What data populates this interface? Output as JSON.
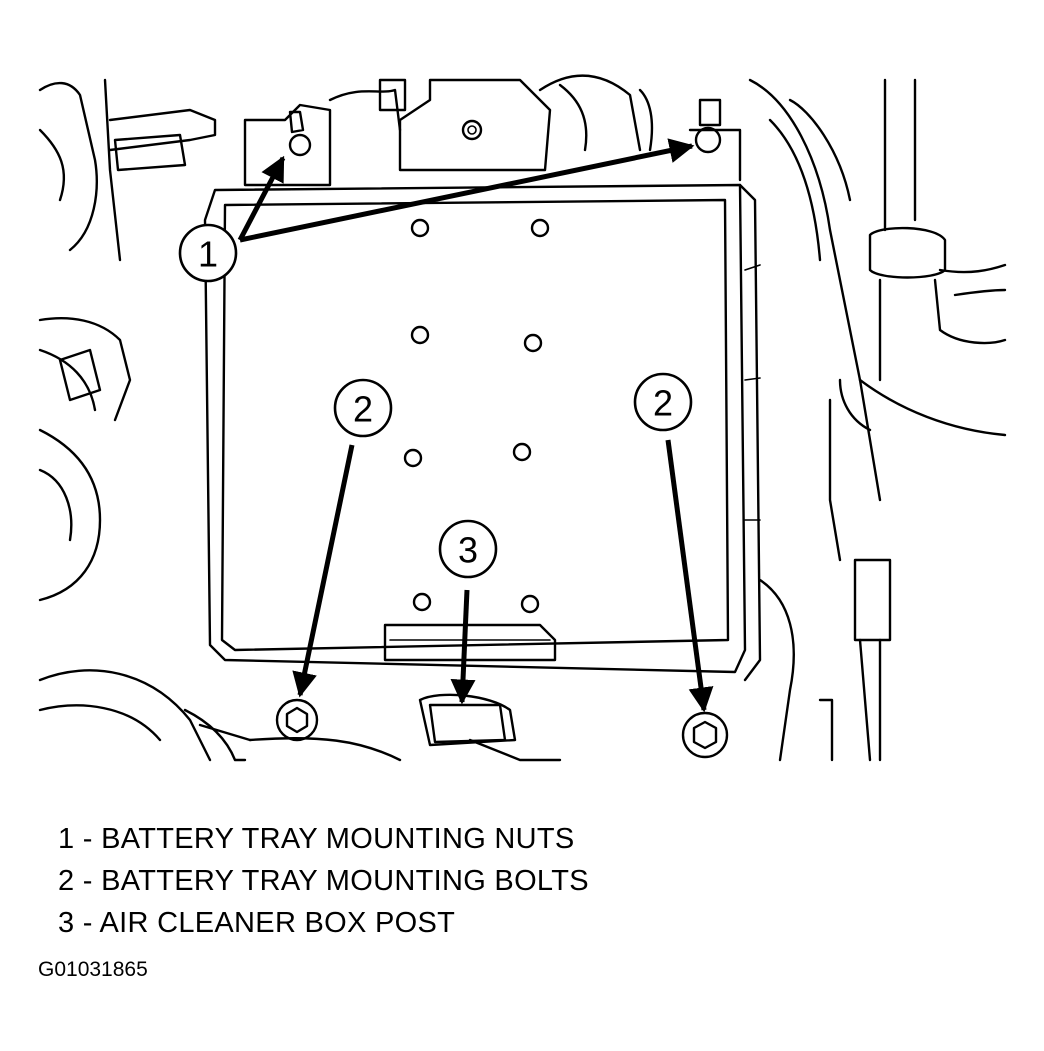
{
  "diagram": {
    "callouts": [
      {
        "id": "callout-1",
        "label": "1"
      },
      {
        "id": "callout-2-left",
        "label": "2"
      },
      {
        "id": "callout-2-right",
        "label": "2"
      },
      {
        "id": "callout-3",
        "label": "3"
      }
    ]
  },
  "legend": [
    {
      "text": "1 - BATTERY TRAY MOUNTING NUTS"
    },
    {
      "text": "2 - BATTERY TRAY MOUNTING BOLTS"
    },
    {
      "text": "3 - AIR CLEANER BOX POST"
    }
  ],
  "figure_id": "G01031865"
}
